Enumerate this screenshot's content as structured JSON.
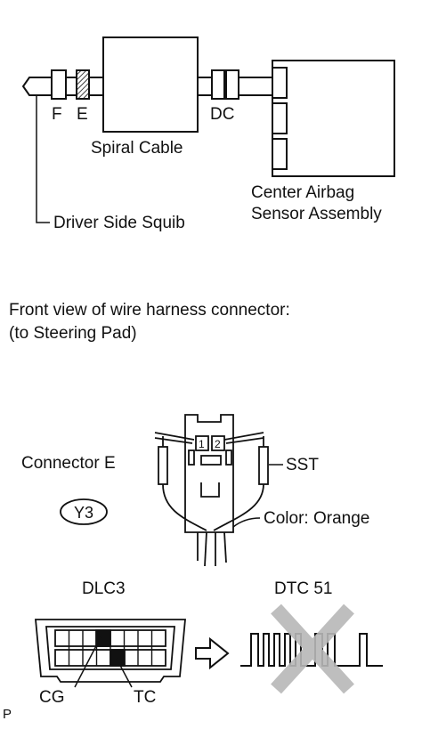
{
  "labels": {
    "f": "F",
    "e": "E",
    "dc": "DC",
    "spiral_cable": "Spiral Cable",
    "center_airbag_line1": "Center Airbag",
    "center_airbag_line2": "Sensor Assembly",
    "driver_side_squib": "Driver Side Squib",
    "front_view_line1": "Front view of wire harness connector:",
    "front_view_line2": "(to Steering Pad)",
    "connector_e": "Connector E",
    "sst": "SST",
    "y3": "Y3",
    "color_orange": "Color: Orange",
    "pin1": "1",
    "pin2": "2",
    "dlc3": "DLC3",
    "dtc51": "DTC 51",
    "cg": "CG",
    "tc": "TC",
    "corner": "P"
  },
  "colors": {
    "line": "#111111",
    "cross": "#b8b8b8",
    "fill_dark": "#111111"
  },
  "icons": {
    "arrow": "hollow-right-arrow-icon",
    "cross": "x-cross-icon"
  }
}
